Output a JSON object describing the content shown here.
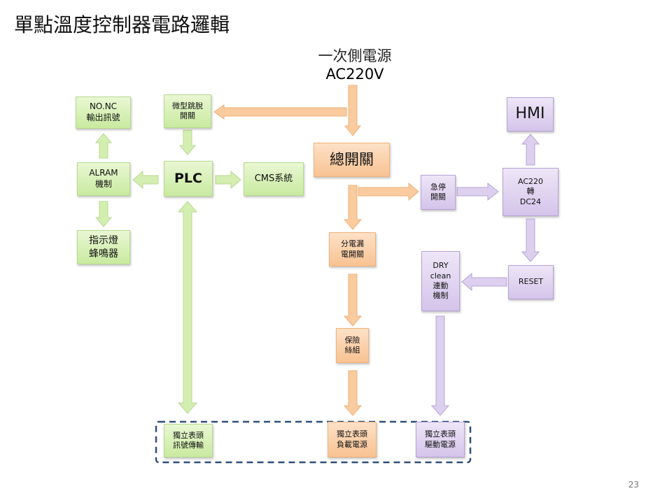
{
  "title": "單點溫度控制器電路邏輯",
  "power_source": {
    "line1": "一次側電源",
    "line2": "AC220V"
  },
  "boxes": {
    "nonc": "NO.NC\n輸出訊號",
    "micro_switch": "微型跳脫\n開關",
    "alarm": "ALRAM\n機制",
    "plc": "PLC",
    "cms": "CMS系統",
    "indicator": "指示燈\n蜂鳴器",
    "main_switch": "總開關",
    "estop": "急停\n開關",
    "converter": "AC220\n轉\nDC24",
    "hmi": "HMI",
    "branch_breaker": "分電漏\n電開關",
    "reset": "RESET",
    "dry_clean": "DRY\nclean\n連動\n機制",
    "fuse": "保險\n絲組",
    "meter_signal": "獨立表頭\n訊號傳輸",
    "meter_load": "獨立表頭\n負載電源",
    "meter_drive": "獨立表頭\n驅動電源"
  },
  "page_number": "23",
  "colors": {
    "green_fill": "#d4eeb2",
    "orange_fill": "#f9cb9e",
    "purple_fill": "#ddd0ee",
    "dashed_border": "#2e4f78"
  }
}
